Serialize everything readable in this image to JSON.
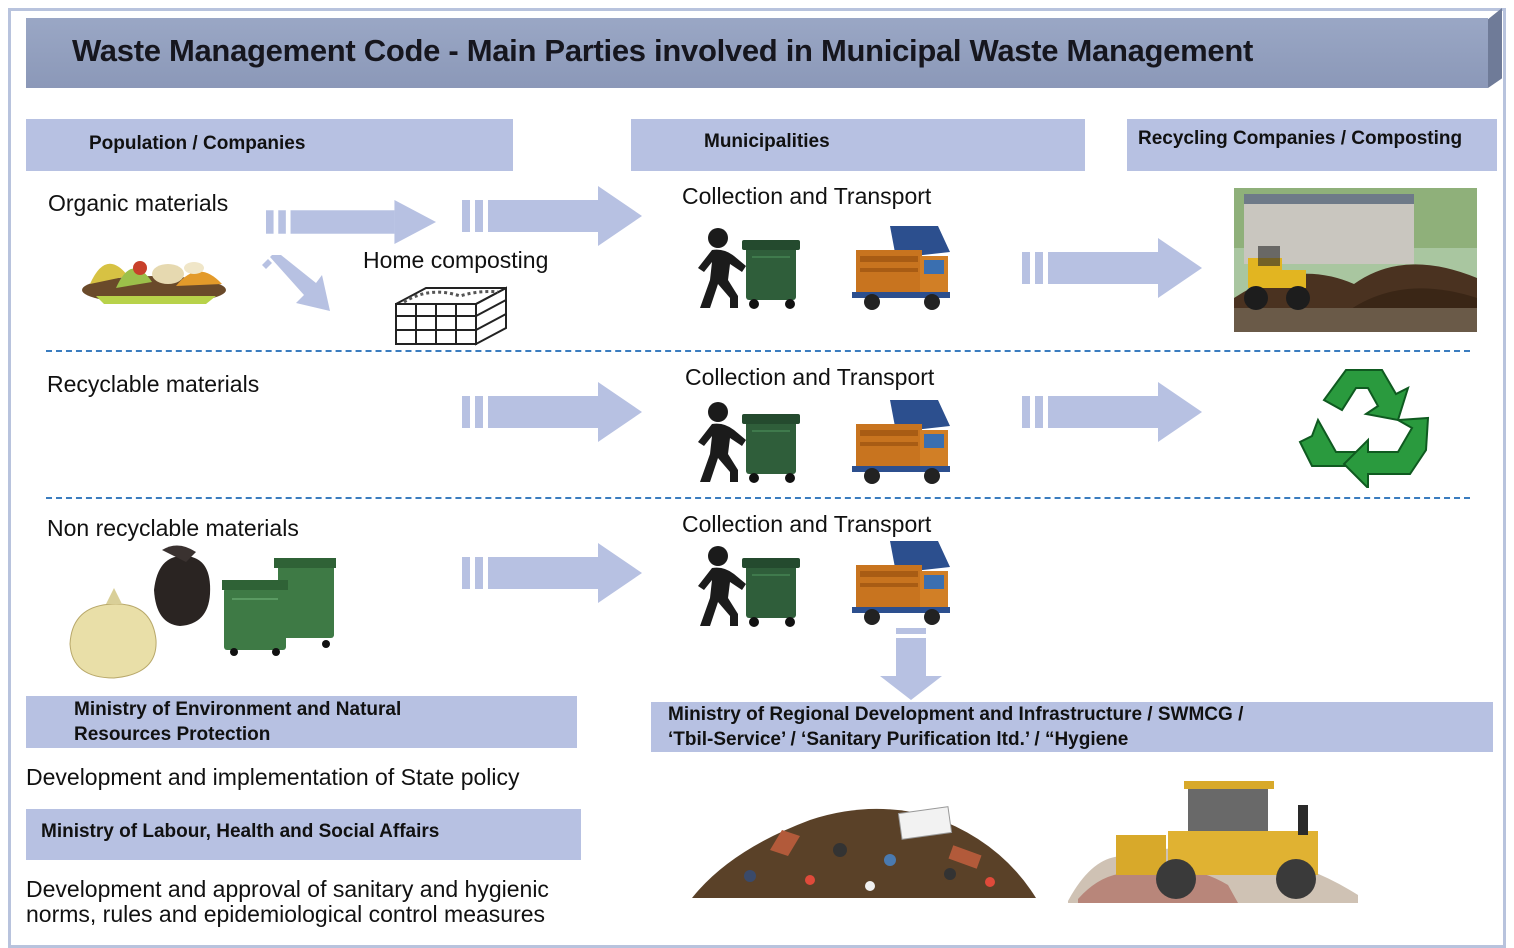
{
  "title": "Waste Management Code - Main Parties involved in Municipal Waste Management",
  "columns": {
    "population": "Population / Companies",
    "municipalities": "Municipalities",
    "recycling": "Recycling Companies / Composting"
  },
  "rows": {
    "organic": "Organic materials",
    "recyclable": "Recyclable materials",
    "non_recyclable": "Non recyclable materials"
  },
  "home_composting": "Home composting",
  "collection_transport": "Collection and Transport",
  "ministries": {
    "environment": {
      "line1": "Ministry of Environment and Natural",
      "line2": "Resources Protection",
      "desc": "Development and implementation of State policy"
    },
    "labour": {
      "name": "Ministry of Labour, Health and Social Affairs",
      "desc1": "Development and approval of sanitary and hygienic",
      "desc2": "norms, rules and epidemiological control measures"
    },
    "regional": {
      "line1": "Ministry of Regional Development and Infrastructure / SWMCG /",
      "line2": "‘Tbil-Service’  / ‘Sanitary Purification ltd.’ / “Hygiene"
    }
  },
  "colors": {
    "header_fill": "#b7c1e2",
    "title_fill": "#8b98b8",
    "arrow": "#b7c1e2",
    "divider": "#3a7cbf",
    "recycle_green": "#2a9a3e",
    "bin_green": "#2f5e3a",
    "truck_orange": "#c8741f"
  },
  "icons": [
    "person-pushing-bin-icon",
    "garbage-truck-icon",
    "compost-box-icon",
    "recycle-icon",
    "organic-waste-icon",
    "garbage-bags-icon",
    "wheelie-bins-icon",
    "compost-loader-photo",
    "landfill-icon",
    "landfill-compactor-icon"
  ]
}
